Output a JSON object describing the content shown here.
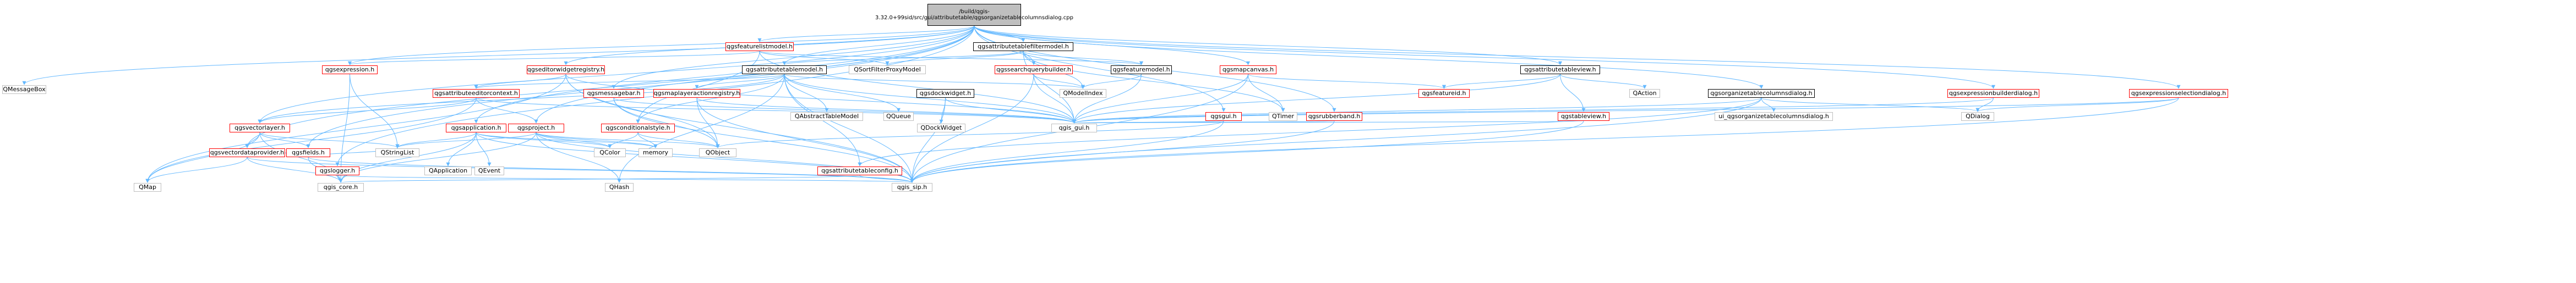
{
  "nodes": [
    {
      "id": "root",
      "label": "/build/qgis-3.32.0+99sid/src/gui/attributetable/qgsorganizetablecolumnsdialog.cpp",
      "style": "root"
    },
    {
      "id": "QMessageBox",
      "label": "QMessageBox",
      "style": "grey"
    },
    {
      "id": "featurelistmodel",
      "label": "qgsfeaturelistmodel.h",
      "style": "red"
    },
    {
      "id": "attrtablefiltermodel",
      "label": "qgsattributetablefiltermodel.h",
      "style": "blk"
    },
    {
      "id": "expression",
      "label": "qgsexpression.h",
      "style": "red"
    },
    {
      "id": "editorwidgetregistry",
      "label": "qgseditorwidgetregistry.h",
      "style": "red"
    },
    {
      "id": "attributetablemodel",
      "label": "qgsattributetablemodel.h",
      "style": "blk"
    },
    {
      "id": "searchquerybuilder",
      "label": "qgssearchquerybuilder.h",
      "style": "red"
    },
    {
      "id": "featuremodel",
      "label": "qgsfeaturemodel.h",
      "style": "blk"
    },
    {
      "id": "mapcanvas",
      "label": "qgsmapcanvas.h",
      "style": "red"
    },
    {
      "id": "attributetableview",
      "label": "qgsattributetableview.h",
      "style": "blk"
    },
    {
      "id": "QAction",
      "label": "QAction",
      "style": "grey"
    },
    {
      "id": "organizedialog_h",
      "label": "qgsorganizetablecolumnsdialog.h",
      "style": "blk"
    },
    {
      "id": "exprbuilderdialog",
      "label": "qgsexpressionbuilderdialog.h",
      "style": "red"
    },
    {
      "id": "exprselectiondialog",
      "label": "qgsexpressionselectiondialog.h",
      "style": "red"
    },
    {
      "id": "QSortFilterProxyModel",
      "label": "QSortFilterProxyModel",
      "style": "grey"
    },
    {
      "id": "attributeeditorcontext",
      "label": "qgsattributeeditorcontext.h",
      "style": "red"
    },
    {
      "id": "messagebar",
      "label": "qgsmessagebar.h",
      "style": "red"
    },
    {
      "id": "maplayeractionregistry",
      "label": "qgsmaplayeractionregistry.h",
      "style": "red"
    },
    {
      "id": "QAbstractTableModel",
      "label": "QAbstractTableModel",
      "style": "grey"
    },
    {
      "id": "QQueue",
      "label": "QQueue",
      "style": "grey"
    },
    {
      "id": "dockwidget",
      "label": "qgsdockwidget.h",
      "style": "blk"
    },
    {
      "id": "QModelIndex",
      "label": "QModelIndex",
      "style": "grey"
    },
    {
      "id": "QTimer",
      "label": "QTimer",
      "style": "grey"
    },
    {
      "id": "gui",
      "label": "qgsgui.h",
      "style": "red"
    },
    {
      "id": "rubberband",
      "label": "qgsrubberband.h",
      "style": "red"
    },
    {
      "id": "featureid",
      "label": "qgsfeatureid.h",
      "style": "red"
    },
    {
      "id": "tableview",
      "label": "qgstableview.h",
      "style": "red"
    },
    {
      "id": "ui_organize",
      "label": "ui_qgsorganizetablecolumnsdialog.h",
      "style": "grey"
    },
    {
      "id": "QDialog",
      "label": "QDialog",
      "style": "grey"
    },
    {
      "id": "vectorlayer",
      "label": "qgsvectorlayer.h",
      "style": "red"
    },
    {
      "id": "application",
      "label": "qgsapplication.h",
      "style": "red"
    },
    {
      "id": "project",
      "label": "qgsproject.h",
      "style": "red"
    },
    {
      "id": "conditionalstyle",
      "label": "qgsconditionalstyle.h",
      "style": "red"
    },
    {
      "id": "QDockWidget",
      "label": "QDockWidget",
      "style": "grey"
    },
    {
      "id": "qgis_gui",
      "label": "qgis_gui.h",
      "style": "grey"
    },
    {
      "id": "vectordataprovider",
      "label": "qgsvectordataprovider.h",
      "style": "red"
    },
    {
      "id": "fields",
      "label": "qgsfields.h",
      "style": "red"
    },
    {
      "id": "QStringList",
      "label": "QStringList",
      "style": "grey"
    },
    {
      "id": "QApplication",
      "label": "QApplication",
      "style": "grey"
    },
    {
      "id": "QEvent",
      "label": "QEvent",
      "style": "grey"
    },
    {
      "id": "QColor",
      "label": "QColor",
      "style": "grey"
    },
    {
      "id": "memory",
      "label": "memory",
      "style": "grey"
    },
    {
      "id": "QObject",
      "label": "QObject",
      "style": "grey"
    },
    {
      "id": "logger",
      "label": "qgslogger.h",
      "style": "red"
    },
    {
      "id": "attrtableconfig",
      "label": "qgsattributetableconfig.h",
      "style": "red"
    },
    {
      "id": "QMap",
      "label": "QMap",
      "style": "grey"
    },
    {
      "id": "qgis_core",
      "label": "qgis_core.h",
      "style": "grey"
    },
    {
      "id": "QHash",
      "label": "QHash",
      "style": "grey"
    },
    {
      "id": "qgis_sip",
      "label": "qgis_sip.h",
      "style": "grey"
    }
  ],
  "edges": [
    [
      "root",
      "QMessageBox"
    ],
    [
      "root",
      "featurelistmodel"
    ],
    [
      "root",
      "attrtablefiltermodel"
    ],
    [
      "root",
      "expression"
    ],
    [
      "root",
      "editorwidgetregistry"
    ],
    [
      "root",
      "attributetablemodel"
    ],
    [
      "root",
      "searchquerybuilder"
    ],
    [
      "root",
      "mapcanvas"
    ],
    [
      "root",
      "attributetableview"
    ],
    [
      "root",
      "organizedialog_h"
    ],
    [
      "root",
      "exprbuilderdialog"
    ],
    [
      "root",
      "exprselectiondialog"
    ],
    [
      "root",
      "gui"
    ],
    [
      "root",
      "rubberband"
    ],
    [
      "root",
      "vectorlayer"
    ],
    [
      "root",
      "application"
    ],
    [
      "root",
      "project"
    ],
    [
      "root",
      "messagebar"
    ],
    [
      "root",
      "logger"
    ],
    [
      "root",
      "fields"
    ],
    [
      "root",
      "vectordataprovider"
    ],
    [
      "featurelistmodel",
      "QSortFilterProxyModel"
    ],
    [
      "featurelistmodel",
      "featuremodel"
    ],
    [
      "featurelistmodel",
      "expression"
    ],
    [
      "featurelistmodel",
      "qgis_gui"
    ],
    [
      "featurelistmodel",
      "conditionalstyle"
    ],
    [
      "attrtablefiltermodel",
      "QSortFilterProxyModel"
    ],
    [
      "attrtablefiltermodel",
      "attributetablemodel"
    ],
    [
      "attrtablefiltermodel",
      "featuremodel"
    ],
    [
      "attrtablefiltermodel",
      "QTimer"
    ],
    [
      "attrtablefiltermodel",
      "qgis_gui"
    ],
    [
      "attrtablefiltermodel",
      "QModelIndex"
    ],
    [
      "expression",
      "QStringList"
    ],
    [
      "expression",
      "qgis_core"
    ],
    [
      "editorwidgetregistry",
      "attributeeditorcontext"
    ],
    [
      "editorwidgetregistry",
      "qgis_gui"
    ],
    [
      "editorwidgetregistry",
      "QObject"
    ],
    [
      "editorwidgetregistry",
      "QMap"
    ],
    [
      "editorwidgetregistry",
      "qgis_sip"
    ],
    [
      "attributetablemodel",
      "QAbstractTableModel"
    ],
    [
      "attributetablemodel",
      "QQueue"
    ],
    [
      "attributetablemodel",
      "maplayeractionregistry"
    ],
    [
      "attributetablemodel",
      "conditionalstyle"
    ],
    [
      "attributetablemodel",
      "attributeeditorcontext"
    ],
    [
      "attributetablemodel",
      "vectorlayer"
    ],
    [
      "attributetablemodel",
      "qgis_gui"
    ],
    [
      "attributetablemodel",
      "QModelIndex"
    ],
    [
      "attributetablemodel",
      "attrtableconfig"
    ],
    [
      "attributetablemodel",
      "QHash"
    ],
    [
      "attributetablemodel",
      "qgis_sip"
    ],
    [
      "searchquerybuilder",
      "QModelIndex"
    ],
    [
      "searchquerybuilder",
      "qgis_gui"
    ],
    [
      "searchquerybuilder",
      "qgis_sip"
    ],
    [
      "featuremodel",
      "QModelIndex"
    ],
    [
      "featuremodel",
      "qgis_gui"
    ],
    [
      "mapcanvas",
      "qgis_gui"
    ],
    [
      "mapcanvas",
      "QTimer"
    ],
    [
      "mapcanvas",
      "featureid"
    ],
    [
      "mapcanvas",
      "qgis_sip"
    ],
    [
      "attributetableview",
      "tableview"
    ],
    [
      "attributetableview",
      "featureid"
    ],
    [
      "attributetableview",
      "QAction"
    ],
    [
      "attributetableview",
      "qgis_gui"
    ],
    [
      "organizedialog_h",
      "ui_organize"
    ],
    [
      "organizedialog_h",
      "QDialog"
    ],
    [
      "organizedialog_h",
      "qgis_gui"
    ],
    [
      "organizedialog_h",
      "qgis_sip"
    ],
    [
      "organizedialog_h",
      "attrtableconfig"
    ],
    [
      "exprbuilderdialog",
      "QDialog"
    ],
    [
      "exprbuilderdialog",
      "qgis_gui"
    ],
    [
      "exprselectiondialog",
      "QDialog"
    ],
    [
      "exprselectiondialog",
      "qgis_gui"
    ],
    [
      "exprselectiondialog",
      "qgis_sip"
    ],
    [
      "attributeeditorcontext",
      "vectorlayer"
    ],
    [
      "attributeeditorcontext",
      "project"
    ],
    [
      "attributeeditorcontext",
      "qgis_gui"
    ],
    [
      "attributeeditorcontext",
      "QMap"
    ],
    [
      "messagebar",
      "qgis_gui"
    ],
    [
      "messagebar",
      "QObject"
    ],
    [
      "messagebar",
      "qgis_sip"
    ],
    [
      "maplayeractionregistry",
      "QObject"
    ],
    [
      "maplayeractionregistry",
      "qgis_gui"
    ],
    [
      "maplayeractionregistry",
      "qgis_sip"
    ],
    [
      "dockwidget",
      "QDockWidget"
    ],
    [
      "dockwidget",
      "qgis_gui"
    ],
    [
      "dockwidget",
      "qgis_sip"
    ],
    [
      "gui",
      "qgis_gui"
    ],
    [
      "gui",
      "qgis_sip"
    ],
    [
      "gui",
      "QObject"
    ],
    [
      "rubberband",
      "qgis_gui"
    ],
    [
      "rubberband",
      "qgis_sip"
    ],
    [
      "tableview",
      "qgis_gui"
    ],
    [
      "tableview",
      "qgis_sip"
    ],
    [
      "vectorlayer",
      "vectordataprovider"
    ],
    [
      "vectorlayer",
      "fields"
    ],
    [
      "vectorlayer",
      "QStringList"
    ],
    [
      "vectorlayer",
      "QMap"
    ],
    [
      "vectorlayer",
      "qgis_core"
    ],
    [
      "application",
      "QApplication"
    ],
    [
      "application",
      "QEvent"
    ],
    [
      "application",
      "QStringList"
    ],
    [
      "application",
      "QColor"
    ],
    [
      "application",
      "memory"
    ],
    [
      "application",
      "qgis_core"
    ],
    [
      "application",
      "qgis_sip"
    ],
    [
      "project",
      "QStringList"
    ],
    [
      "project",
      "QObject"
    ],
    [
      "project",
      "memory"
    ],
    [
      "project",
      "QColor"
    ],
    [
      "project",
      "qgis_core"
    ],
    [
      "project",
      "qgis_sip"
    ],
    [
      "project",
      "QHash"
    ],
    [
      "conditionalstyle",
      "QColor"
    ],
    [
      "conditionalstyle",
      "QObject"
    ],
    [
      "conditionalstyle",
      "memory"
    ],
    [
      "vectordataprovider",
      "qgis_core"
    ],
    [
      "vectordataprovider",
      "QMap"
    ],
    [
      "vectordataprovider",
      "qgis_sip"
    ],
    [
      "fields",
      "qgis_core"
    ],
    [
      "fields",
      "qgis_sip"
    ],
    [
      "fields",
      "QStringList"
    ],
    [
      "logger",
      "qgis_core"
    ],
    [
      "logger",
      "qgis_sip"
    ],
    [
      "attrtableconfig",
      "qgis_core"
    ],
    [
      "attrtableconfig",
      "qgis_sip"
    ]
  ]
}
